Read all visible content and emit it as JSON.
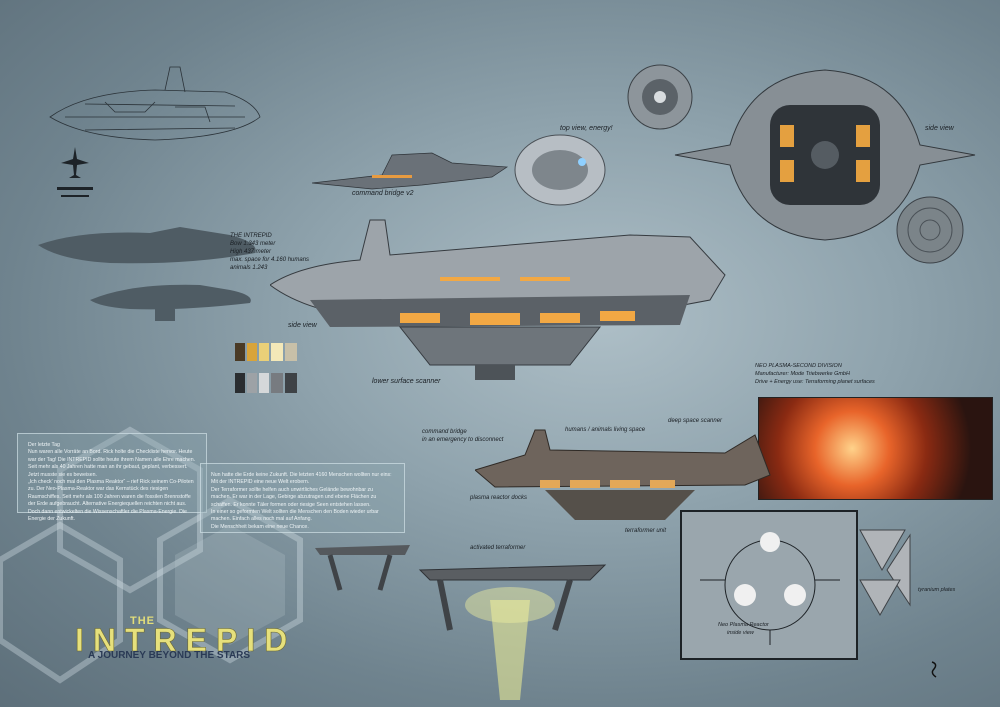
{
  "logo": {
    "the": "THE",
    "title": "INTREPID",
    "subtitle": "A JOURNEY BEYOND THE STARS"
  },
  "specs": {
    "lines": [
      "THE INTREPID",
      "Bow 1.343 meter",
      "High 437 meter",
      "max. space for 4.160 humans",
      "animals 1.243"
    ]
  },
  "reactor_specs": {
    "lines": [
      "NEO PLASMA-SECOND DIVISION",
      "Manufacturer: Mode Triebwerke GmbH",
      "Drive + Energy use: Terraforming planet surfaces"
    ]
  },
  "labels": {
    "command_bridge_v2": "command bridge v2",
    "top_view": "top view, energy!",
    "side_view": "side view",
    "side_view_top": "side view",
    "lower_surface_scanner": "lower surface scanner",
    "command_bridge_emergency": "command bridge\nin an emergency to disconnect",
    "humans_animals": "humans / animals living space",
    "deep_space_scanner": "deep space scanner",
    "plasma_reactor_docks": "plasma reactor docks",
    "terraformer_unit": "terraformer unit",
    "activated_terraformer": "activated terraformer",
    "tyranium_plates": "tyranium plates",
    "neo_plasma_reactor": "Neo Plasma Reactor",
    "inside_view": "inside view"
  },
  "story_left": [
    "Der letzte Tag",
    "Nun waren alle Vorräte an Bord. Rick holte die Checkliste hervor. Heute war der Tag! Die INTREPID sollte heute ihrem Namen alle Ehre machen.",
    "Seit mehr als 40 Jahren hatte man an ihr gebaut, geplant, verbessert. Jetzt musste sie es beweisen.",
    "„Ich check' noch mal den Plasma Reaktor“ – rief Rick seinem Co-Piloten zu. Der Neo-Plasma-Reaktor war das Kernstück des riesigen Raumschiffes. Seit mehr als 100 Jahren waren die fossilen Brennstoffe der Erde aufgebraucht. Alternative Energiequellen reichten nicht aus. Doch dann entwickelten die Wissenschaftler die Plasma-Energie. Die Energie der Zukunft."
  ],
  "story_right": [
    "Nun hatte die Erde keine Zukunft. Die letzten 4160 Menschen wollten nur eins: Mit der INTREPID eine neue Welt erobern.",
    "Der Terraformer sollte helfen auch unwirtliches Gelände bewohnbar zu machen. Er war in der Lage, Gebirge abzutragen und ebene Flächen zu schaffen. Er konnte Täler formen oder riesige Seen entstehen lassen.",
    "In einer so geformten Welt sollten die Menschen den Boden wieder urbar machen. Einfach alles noch mal auf Anfang.",
    "Die Menschheit bekam eine neue Chance."
  ],
  "colors": {
    "bg": "#8fa3ad",
    "accent": "#e6e07c",
    "glow": "#f0a040"
  }
}
